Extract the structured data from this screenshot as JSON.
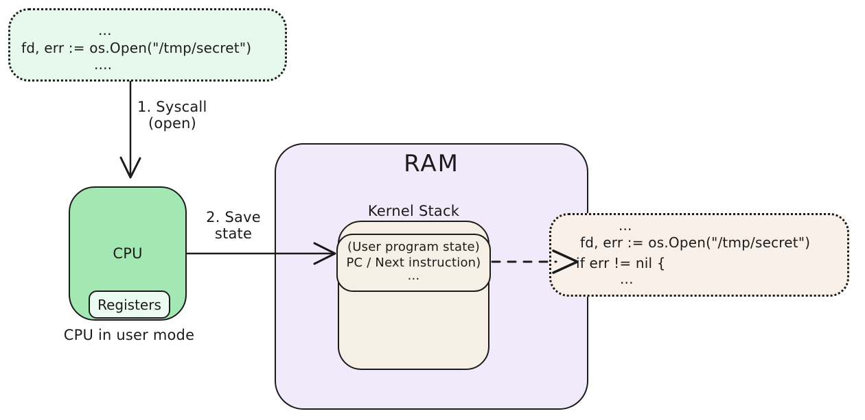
{
  "colors": {
    "canvas-bg": "#ffffff",
    "ink": "#1b1b1b",
    "user-code-fill": "#e7f8ec",
    "cpu-fill": "#a3e8b2",
    "registers-fill": "#ecfbf1",
    "ram-fill": "#f0eafa",
    "kernel-fill": "#f6efe5",
    "kernel-code-fill": "#f9f0e9"
  },
  "user_code_box": {
    "line1": "...",
    "line2": "fd, err := os.Open(\"/tmp/secret\")",
    "line3": "...."
  },
  "syscall_arrow": {
    "label_line1": "1. Syscall",
    "label_line2": "(open)"
  },
  "cpu": {
    "label": "CPU",
    "registers_label": "Registers",
    "caption": "CPU in user mode"
  },
  "save_state_arrow": {
    "label_line1": "2. Save",
    "label_line2": "state"
  },
  "ram": {
    "title": "RAM",
    "kernel_stack_label": "Kernel Stack",
    "saved_state_frame": {
      "line1": "(User program state)",
      "line2": "PC / Next instruction)",
      "line3": "..."
    }
  },
  "kernel_code_box": {
    "line1": "...",
    "line2": "fd, err := os.Open(\"/tmp/secret\")",
    "line3": "if err != nil {",
    "line4": "..."
  }
}
